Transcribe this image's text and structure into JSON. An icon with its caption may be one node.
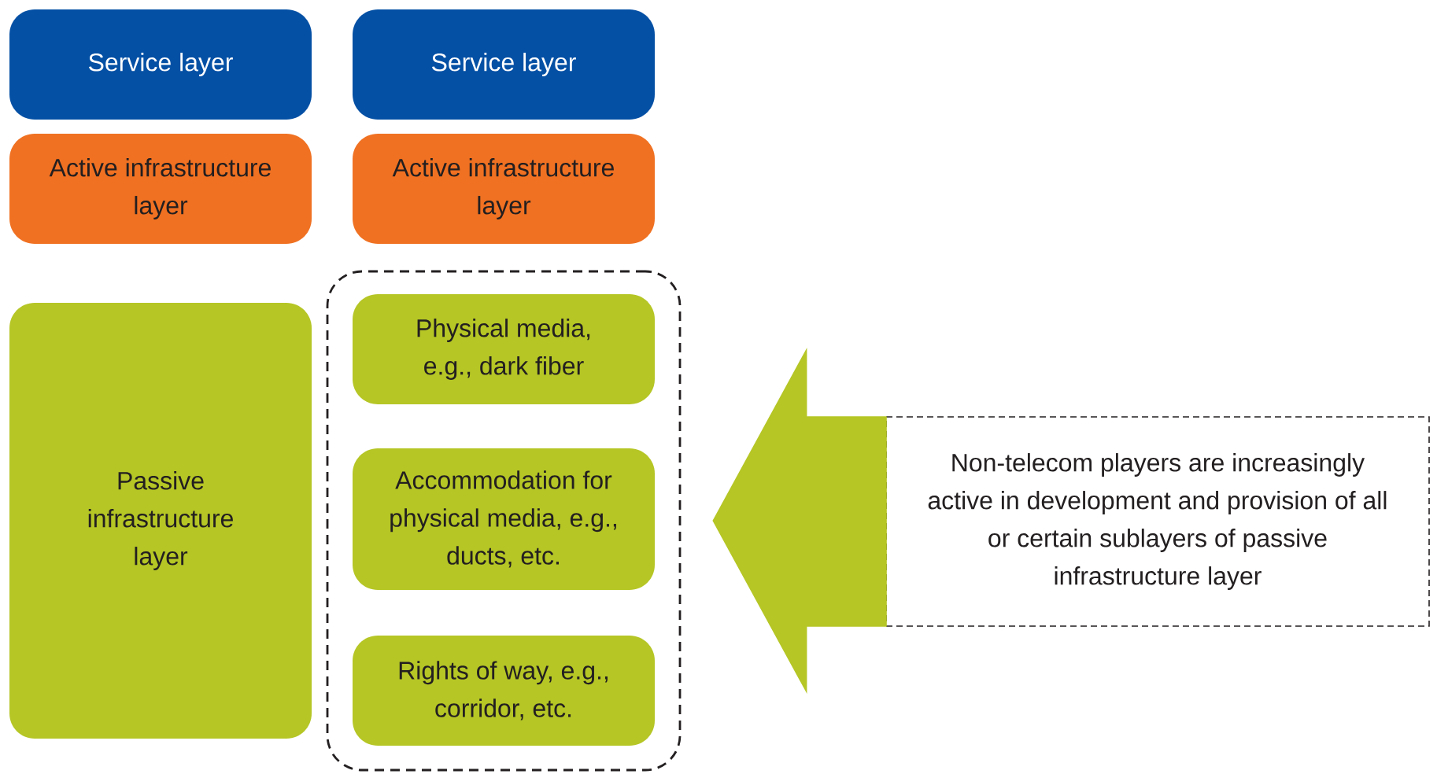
{
  "diagram": {
    "nodes": [
      {
        "text": [
          "Service layer"
        ]
      },
      {
        "text": [
          "Active infrastructure layer"
        ]
      },
      {
        "text": [
          "Passive infrastructure layer"
        ]
      },
      {
        "text": [
          "Service layer"
        ]
      },
      {
        "text": [
          "Active infrastructure layer"
        ]
      },
      {
        "text": [],
        "shape": "box"
      },
      {
        "text": [
          "Physical media, e.g., dark fiber"
        ],
        "in": 5
      },
      {
        "text": [
          "Accommodation for physical media, e.g., ducts, etc."
        ],
        "in": 5
      },
      {
        "text": [
          "Rights of way, e.g., corridor, etc."
        ],
        "in": 5
      },
      {
        "text": [
          "Non-telecom players are increasingly active in development and provision of all or certain sublayers of passive infrastructure layer"
        ]
      }
    ],
    "edges": [
      {
        "from": 9,
        "to": 5,
        "arrow": "to"
      }
    ]
  }
}
